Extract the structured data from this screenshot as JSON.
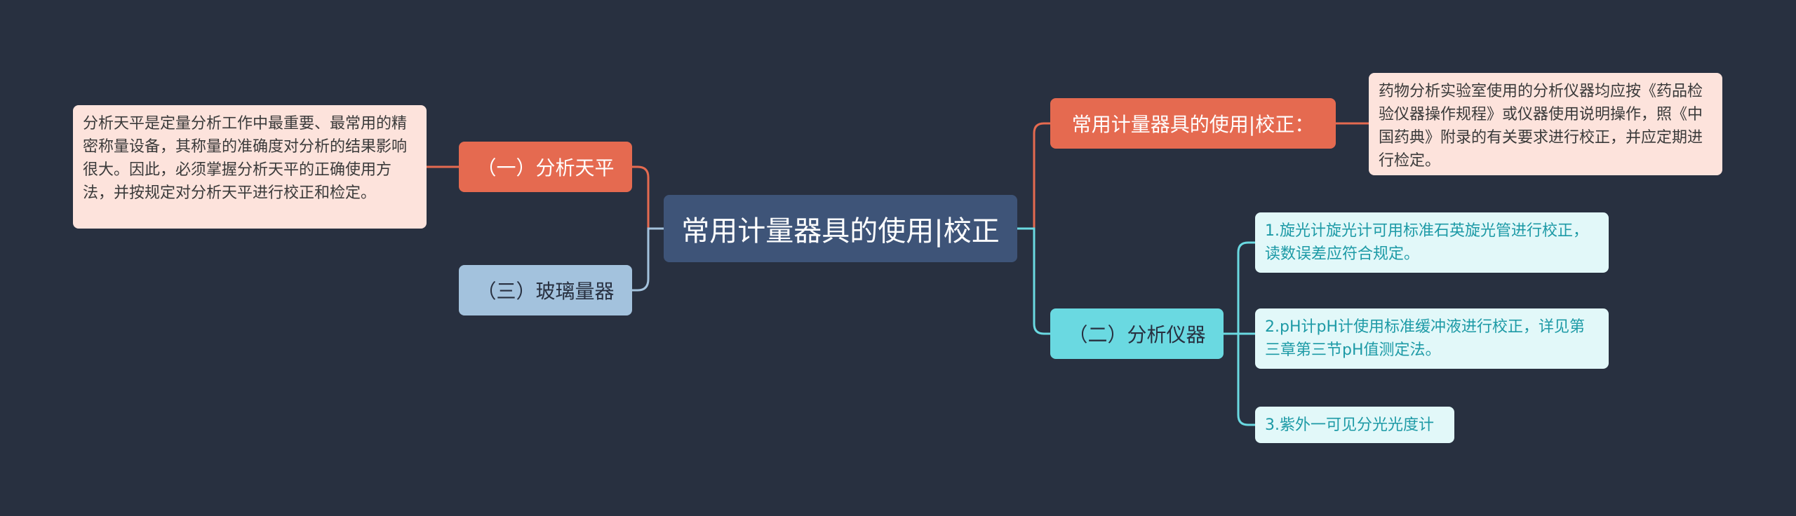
{
  "root": {
    "label": "常用计量器具的使用|校正"
  },
  "left": {
    "balance": {
      "label": "（一）分析天平",
      "note": "分析天平是定量分析工作中最重要、最常用的精密称量设备，其称量的准确度对分析的结果影响很大。因此，必须掌握分析天平的正确使用方法，并按规定对分析天平进行校正和检定。"
    },
    "glassware": {
      "label": "（三）玻璃量器"
    }
  },
  "right": {
    "usage": {
      "label": "常用计量器具的使用|校正：",
      "note": "药物分析实验室使用的分析仪器均应按《药品检验仪器操作规程》或仪器使用说明操作，照《中国药典》附录的有关要求进行校正，并应定期进行检定。"
    },
    "instruments": {
      "label": "（二）分析仪器",
      "items": [
        "1.旋光计旋光计可用标准石英旋光管进行校正，读数误差应符合规定。",
        "2.pH计pH计使用标准缓冲液进行校正，详见第三章第三节pH值测定法。",
        "3.紫外一可见分光光度计"
      ]
    }
  },
  "colors": {
    "background": "#283040",
    "root": "#3e5478",
    "orange": "#e56a50",
    "light_blue": "#a3c2dd",
    "cyan": "#6ad9e1",
    "note_peach": "#fde3dc",
    "note_cyan": "#e2f8f9"
  }
}
